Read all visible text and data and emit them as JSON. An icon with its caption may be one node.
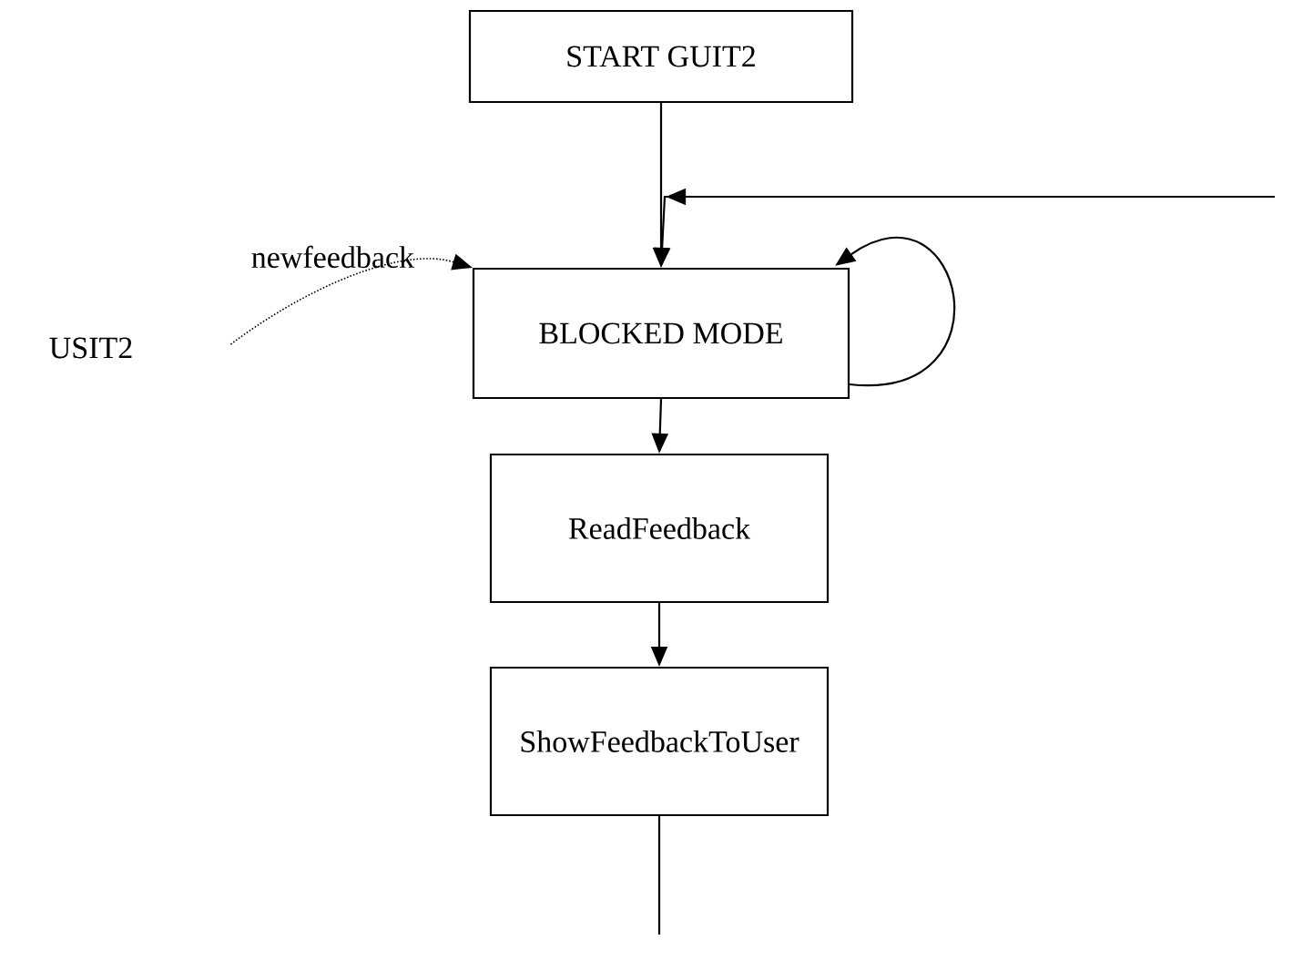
{
  "diagram": {
    "nodes": [
      {
        "text": [
          "START GUIT2"
        ]
      },
      {
        "text": [
          "BLOCKED MODE"
        ]
      },
      {
        "text": [
          "ReadFeedback"
        ]
      },
      {
        "text": [
          "ShowFeedbackToUser"
        ]
      },
      {
        "text": [
          "USIT2"
        ]
      }
    ],
    "edges": [
      {
        "from": 0,
        "to": 1,
        "arrow": "to"
      },
      {
        "from": null,
        "to": 1,
        "arrow": "to"
      },
      {
        "from": 4,
        "to": 1,
        "arrow": "to",
        "label": "newfeedback",
        "style": "dashed"
      },
      {
        "from": 1,
        "to": 1,
        "arrow": "to"
      },
      {
        "from": 1,
        "to": 2,
        "arrow": "to"
      },
      {
        "from": 2,
        "to": 3,
        "arrow": "to"
      },
      {
        "from": 3,
        "to": null,
        "arrow": "none"
      }
    ]
  }
}
